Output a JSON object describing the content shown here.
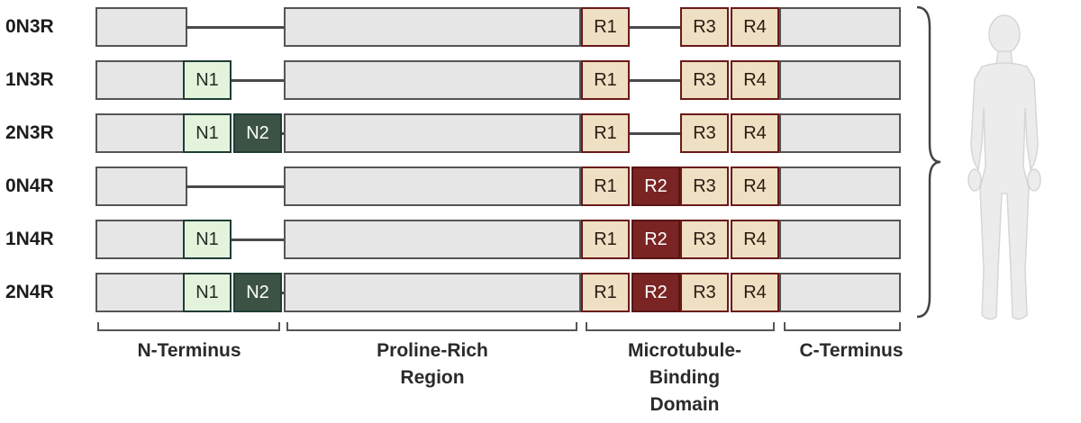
{
  "rows": [
    {
      "label": "0N3R",
      "n1": false,
      "n2": false,
      "r2": false
    },
    {
      "label": "1N3R",
      "n1": true,
      "n2": false,
      "r2": false
    },
    {
      "label": "2N3R",
      "n1": true,
      "n2": true,
      "r2": false
    },
    {
      "label": "0N4R",
      "n1": false,
      "n2": false,
      "r2": true
    },
    {
      "label": "1N4R",
      "n1": true,
      "n2": false,
      "r2": true
    },
    {
      "label": "2N4R",
      "n1": true,
      "n2": true,
      "r2": true
    }
  ],
  "exon_labels": {
    "n1": "N1",
    "n2": "N2",
    "r1": "R1",
    "r2": "R2",
    "r3": "R3",
    "r4": "R4"
  },
  "regions": [
    {
      "lines": [
        "N-Terminus"
      ]
    },
    {
      "lines": [
        "Proline-Rich",
        "Region"
      ]
    },
    {
      "lines": [
        "Microtubule-",
        "Binding",
        "Domain"
      ]
    },
    {
      "lines": [
        "C-Terminus"
      ]
    }
  ],
  "colors": {
    "segment_fill": "#e6e6e6",
    "n1_fill": "#e4f3dc",
    "n2_fill": "#3c5244",
    "repeat_fill": "#efdfc3",
    "r2_fill": "#7a2424",
    "repeat_border": "#6b1a1a"
  },
  "icons": {
    "human_figure": "human-body-silhouette-icon",
    "brace": "curly-brace-icon"
  }
}
